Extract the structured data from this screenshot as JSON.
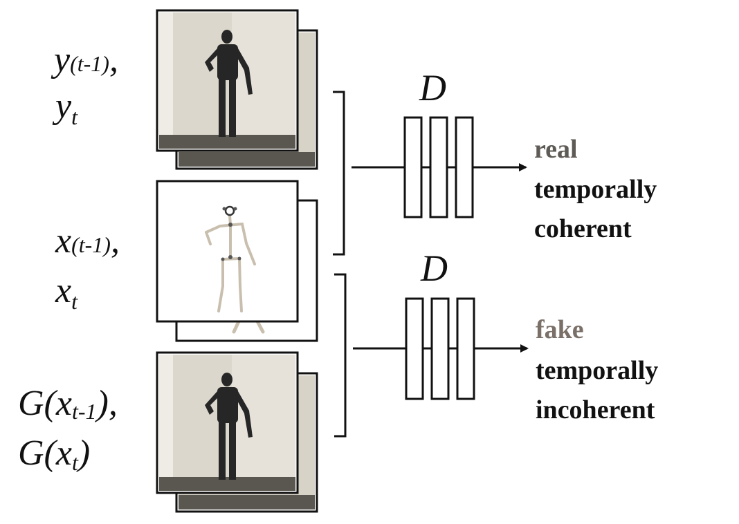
{
  "inputs": {
    "real": {
      "line1": {
        "base": "y",
        "sub": "(t-1)",
        "tail": ","
      },
      "line2": {
        "base": "y",
        "sub": "t",
        "tail": ""
      }
    },
    "pose": {
      "line1": {
        "base": "x",
        "sub": "(t-1)",
        "tail": ","
      },
      "line2": {
        "base": "x",
        "sub": "t",
        "tail": ""
      }
    },
    "generated": {
      "line1": {
        "base": "G(x",
        "sub": "t-1",
        "tail": "),"
      },
      "line2": {
        "base": "G(x",
        "sub": "t",
        "tail": ")"
      }
    }
  },
  "discriminator": {
    "top_label": "D",
    "bottom_label": "D"
  },
  "outputs": {
    "top": {
      "class_label": "real",
      "line1": "temporally",
      "line2": "coherent"
    },
    "bottom": {
      "class_label": "fake",
      "line1": "temporally",
      "line2": "incoherent"
    }
  },
  "colors": {
    "class_label": "#5e5a55",
    "fake_label": "#7a7068",
    "text": "#111111",
    "photo_wall": "#d8d3c7",
    "photo_floor": "#5a5650",
    "skeleton": "#c9bfae"
  }
}
